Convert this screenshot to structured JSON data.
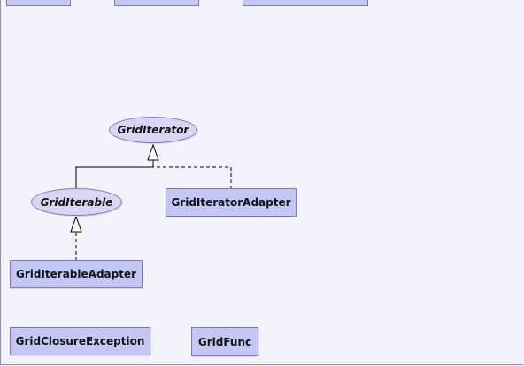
{
  "diagram": {
    "nodes": {
      "grid_iterator": "GridIterator",
      "grid_iterable": "GridIterable",
      "grid_iterator_adapter": "GridIteratorAdapter",
      "grid_iterable_adapter": "GridIterableAdapter",
      "grid_closure_exception": "GridClosureException",
      "grid_func": "GridFunc"
    }
  },
  "colors": {
    "background": "#f3f3fb",
    "class_fill": "#c5c6f5",
    "interface_fill": "#d6d7f5",
    "border": "#7b7ca8",
    "edge": "#000000"
  }
}
